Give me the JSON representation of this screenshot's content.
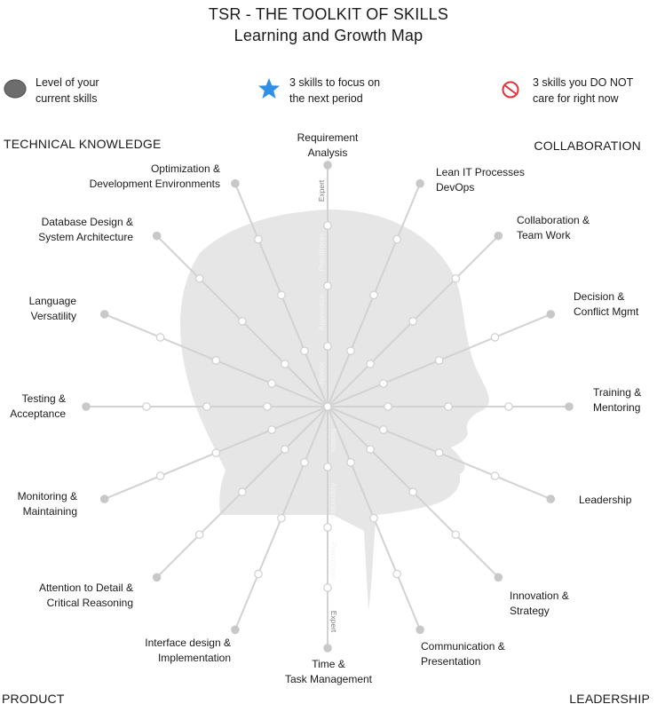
{
  "title": "TSR - THE TOOLKIT OF SKILLS",
  "subtitle": "Learning and Growth Map",
  "legend": [
    {
      "icon": "gray-circle-icon",
      "text": "Level of your\ncurrent skills"
    },
    {
      "icon": "blue-star-icon",
      "text": "3 skills to focus on\nthe next period"
    },
    {
      "icon": "red-prohibited-icon",
      "text": "3 skills you DO NOT\ncare for right now"
    }
  ],
  "corners": {
    "top_left": "TECHNICAL KNOWLEDGE",
    "top_right": "COLLABORATION",
    "bottom_left": "PRODUCT",
    "bottom_right": "LEADERSHIP"
  },
  "levels": [
    "Novice",
    "Apprentice",
    "Practitioner",
    "Expert"
  ],
  "skills": [
    "Requirement\nAnalysis",
    "Lean IT Processes\nDevOps",
    "Collaboration &\nTeam Work",
    "Decision &\nConflict Mgmt",
    "Training &\nMentoring",
    "Leadership",
    "Innovation &\nStrategy",
    "Communication &\nPresentation",
    "Time &\nTask Management",
    "Interface design &\nImplementation",
    "Attention to Detail &\nCritical Reasoning",
    "Monitoring &\nMaintaining",
    "Testing  &\nAcceptance",
    "Language\nVersatility",
    "Database Design &\nSystem Architecture",
    "Optimization &\nDevelopment Environments"
  ],
  "colors": {
    "head": "#e6e6e7",
    "spoke": "#d2d2d2",
    "dot": "#c8c8c8",
    "star": "#2f8fe8",
    "prohibited": "#e0323a",
    "legend_circle": "#6d6d6d"
  }
}
